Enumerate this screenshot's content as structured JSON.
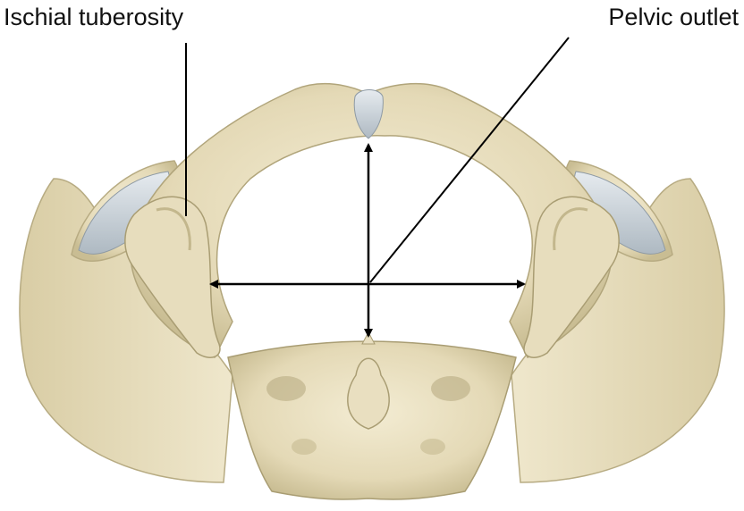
{
  "labels": {
    "ischial_tuberosity": "Ischial tuberosity",
    "pelvic_outlet": "Pelvic outlet"
  },
  "colors": {
    "bone": "#ece3c6",
    "bone_shade": "#cbbf97",
    "bone_dark": "#a79b72",
    "cartilage": "#c9d2d9",
    "leader_line": "#000000",
    "background": "#ffffff"
  },
  "illustration": {
    "subject": "female pelvis, inferior view",
    "arrows": [
      "transverse-diameter",
      "anteroposterior-diameter"
    ]
  }
}
